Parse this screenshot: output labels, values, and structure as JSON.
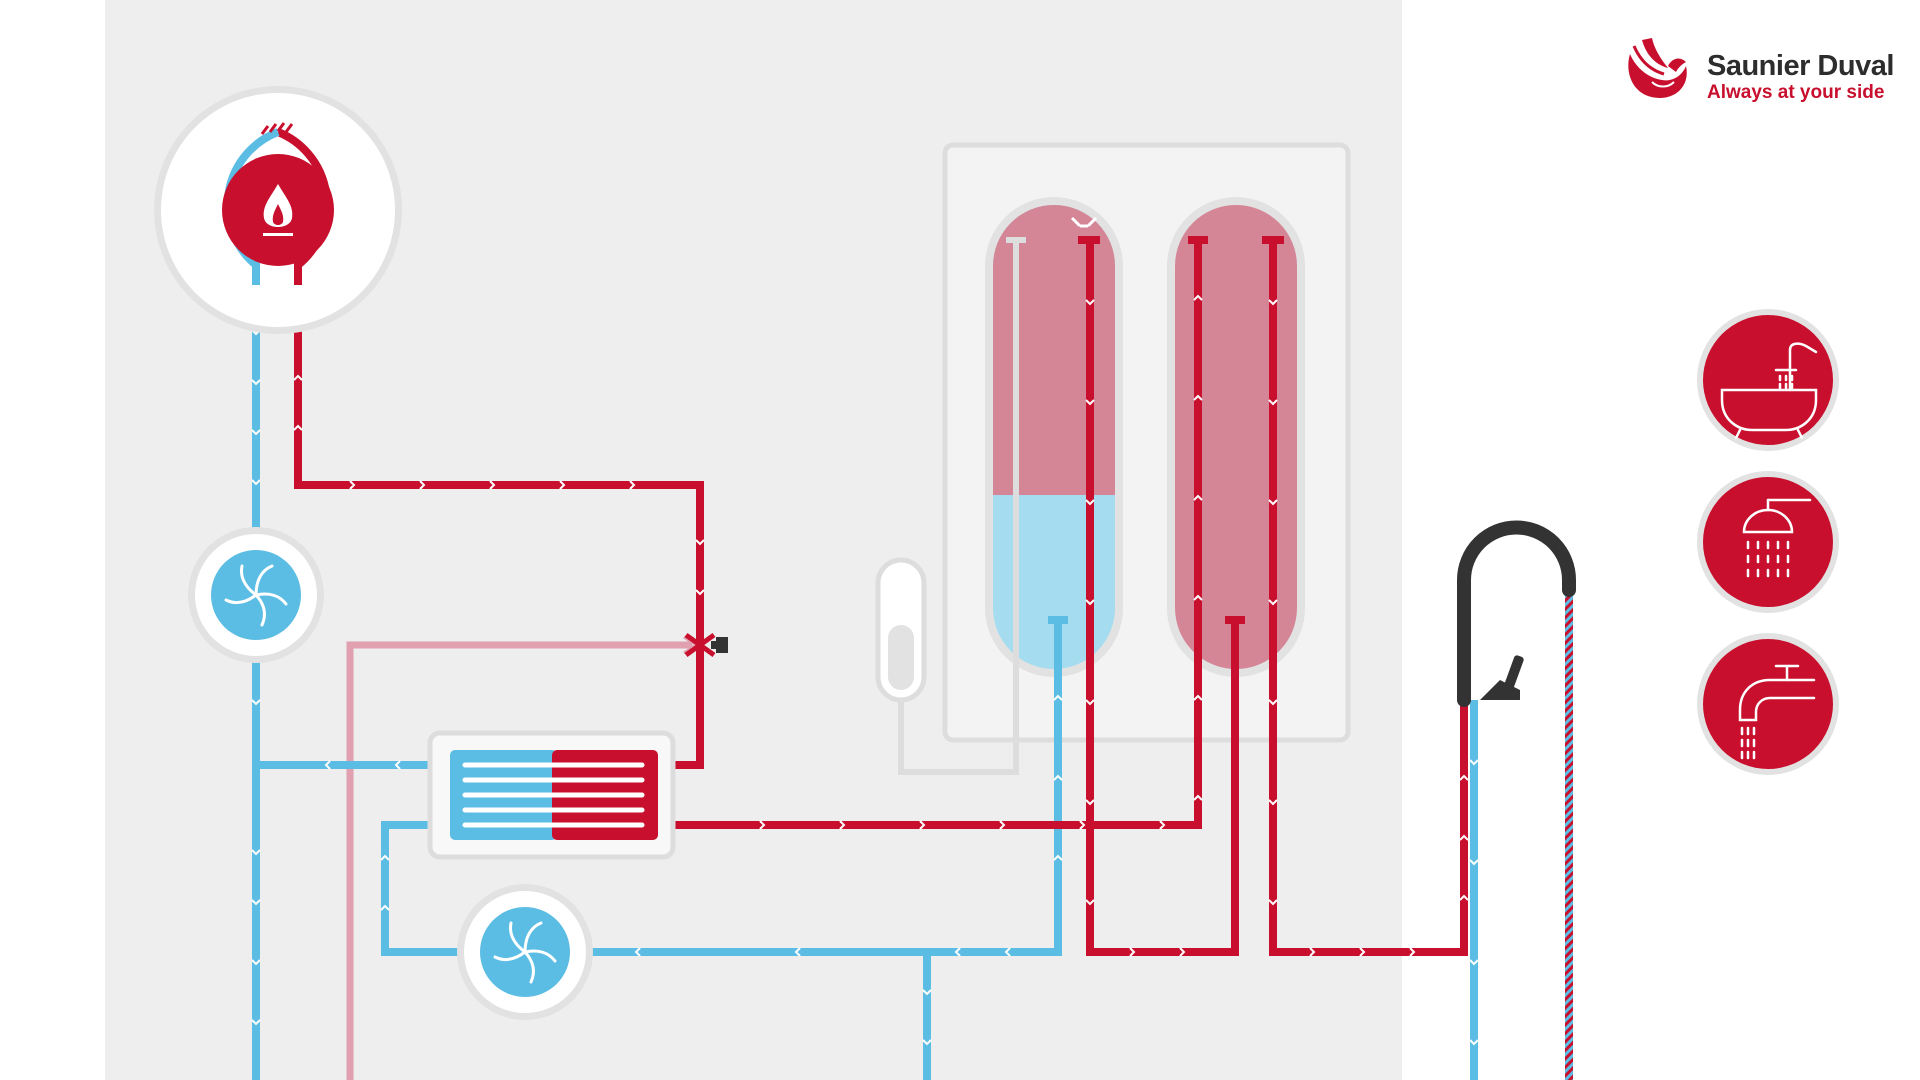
{
  "brand": {
    "name": "Saunier Duval",
    "tagline": "Always at your side",
    "color": "#c8102e"
  },
  "colors": {
    "hot": "#c8102e",
    "cold": "#5bbde4",
    "return_pink": "#e0a0b0",
    "panel_bg": "#eeeeee",
    "tank_hot": "#d48697",
    "tank_cold": "#a6dcf0",
    "faucet": "#333333"
  },
  "components": {
    "burner_icon": "flame-icon",
    "pumps": [
      "fan-icon",
      "fan-icon"
    ],
    "valve_icon": "three-way-valve-icon",
    "heat_exchanger_icon": "plate-heat-exchanger-icon",
    "tanks": [
      "storage-tank",
      "storage-tank"
    ],
    "faucet_icon": "mixer-faucet-icon",
    "usage_icons": [
      "bathtub-icon",
      "shower-icon",
      "tap-icon"
    ]
  },
  "tank_levels": {
    "left_tank_hot_fraction": 0.6,
    "right_tank_hot_fraction": 1.0
  }
}
